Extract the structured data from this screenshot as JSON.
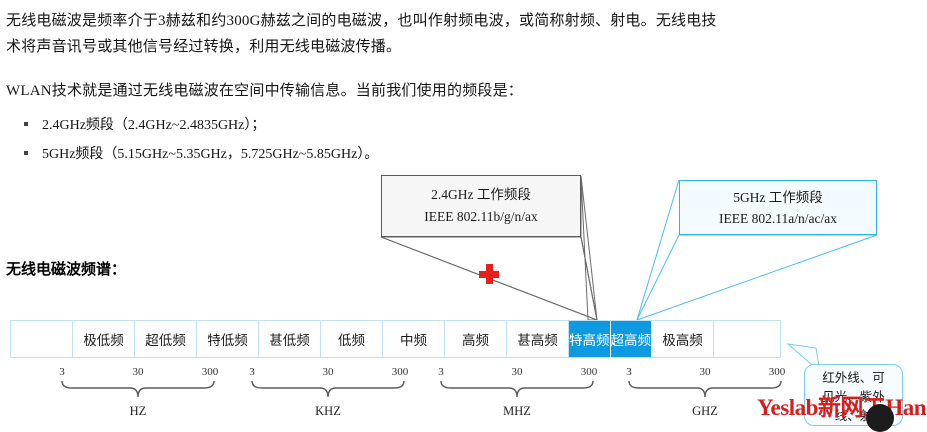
{
  "document": {
    "paragraphs": [
      {
        "lines": [
          "无线电磁波是频率介于3赫兹和约300G赫兹之间的电磁波，也叫作射频电波，或简称射频、射电。无线电技",
          "术将声音讯号或其他信号经过转换，利用无线电磁波传播。"
        ]
      },
      {
        "lines": [
          "WLAN技术就是通过无线电磁波在空间中传输信息。当前我们使用的频段是："
        ]
      }
    ],
    "bullets": [
      "2.4GHz频段（2.4GHz~2.4835GHz）；",
      "5GHz频段（5.15GHz~5.35GHz，5.725GHz~5.85GHz）。"
    ],
    "spectrum_heading": "无线电磁波频谱："
  },
  "callouts": {
    "band24": {
      "line1": "2.4GHz 工作频段",
      "line2": "IEEE 802.11b/g/n/ax",
      "border_color": "#5c5c5c",
      "fill_color": "#f6f6f6"
    },
    "band5": {
      "line1": "5GHz 工作频段",
      "line2": "IEEE 802.11a/n/ac/ax",
      "border_color": "#2eb3ec",
      "fill_color": "#f4fbfe"
    },
    "infrared_bubble": {
      "line1": "红外线、可",
      "line2": "见光、紫外",
      "line3": "线、射",
      "border_color": "#7ecbef",
      "fill_color": "#f7fcff"
    }
  },
  "chart_data": {
    "type": "table",
    "title": "无线电磁波频谱",
    "highlight_color": "#0d9ae0",
    "grid_color": "#bfe2f5",
    "cells": [
      {
        "label": "",
        "kind": "spacer"
      },
      {
        "label": "极低频",
        "kind": "labeled"
      },
      {
        "label": "超低频",
        "kind": "labeled"
      },
      {
        "label": "特低频",
        "kind": "labeled"
      },
      {
        "label": "甚低频",
        "kind": "labeled"
      },
      {
        "label": "低频",
        "kind": "labeled"
      },
      {
        "label": "中频",
        "kind": "labeled"
      },
      {
        "label": "高频",
        "kind": "labeled"
      },
      {
        "label": "甚高频",
        "kind": "labeled"
      },
      {
        "label": "特高频",
        "kind": "hl"
      },
      {
        "label": "超高频",
        "kind": "hl"
      },
      {
        "label": "极高频",
        "kind": "labeled"
      },
      {
        "label": "",
        "kind": "tail"
      }
    ],
    "scales": [
      {
        "unit": "HZ",
        "ticks": [
          "3",
          "30",
          "300"
        ]
      },
      {
        "unit": "KHZ",
        "ticks": [
          "3",
          "30",
          "300"
        ]
      },
      {
        "unit": "MHZ",
        "ticks": [
          "3",
          "30",
          "300"
        ]
      },
      {
        "unit": "GHZ",
        "ticks": [
          "3",
          "30",
          "300"
        ]
      }
    ]
  },
  "watermark": {
    "text": "Yeslab新网工Han",
    "color": "#d81d1d"
  },
  "cursor": {
    "kind": "plus-cursor",
    "color": "#e8201c"
  }
}
